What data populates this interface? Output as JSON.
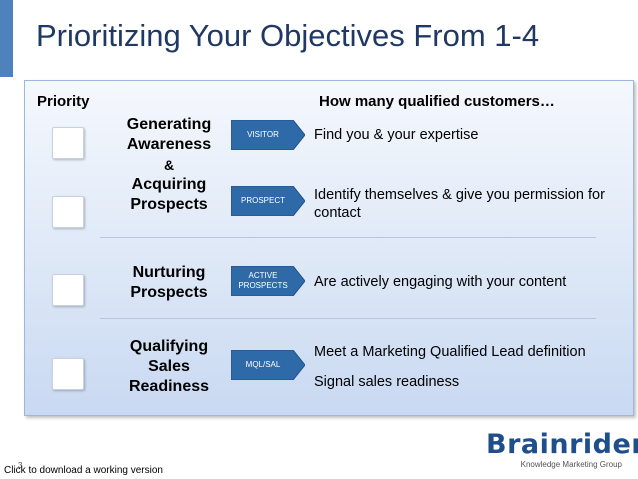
{
  "slide": {
    "title": "Prioritizing Your Objectives From 1-4",
    "priority_header": "Priority",
    "question_header": "How many qualified customers…"
  },
  "stages": [
    {
      "label_lines": [
        "Generating",
        "Awareness",
        "&",
        "Acquiring",
        "Prospects"
      ]
    },
    {
      "label_lines": [
        "Nurturing",
        "Prospects"
      ]
    },
    {
      "label_lines": [
        "Qualifying",
        "Sales",
        "Readiness"
      ]
    }
  ],
  "arrows": [
    {
      "label": "VISITOR"
    },
    {
      "label": "PROSPECT"
    },
    {
      "label_lines": [
        "ACTIVE",
        "PROSPECTS"
      ]
    },
    {
      "label": "MQL/SAL"
    }
  ],
  "descriptions": [
    "Find you & your expertise",
    "Identify themselves & give you permission for contact",
    "Are actively engaging with your content",
    "Meet a Marketing Qualified Lead definition",
    "Signal sales readiness"
  ],
  "footer": {
    "download_link": "Click to download a working version",
    "page_number": "3"
  },
  "logo": {
    "brand": "Brainrider",
    "tagline": "Knowledge Marketing Group"
  },
  "colors": {
    "accent": "#4f81bd",
    "arrow_fill": "#2e6aa8",
    "title": "#1f3864",
    "brand": "#1f4e8c"
  }
}
